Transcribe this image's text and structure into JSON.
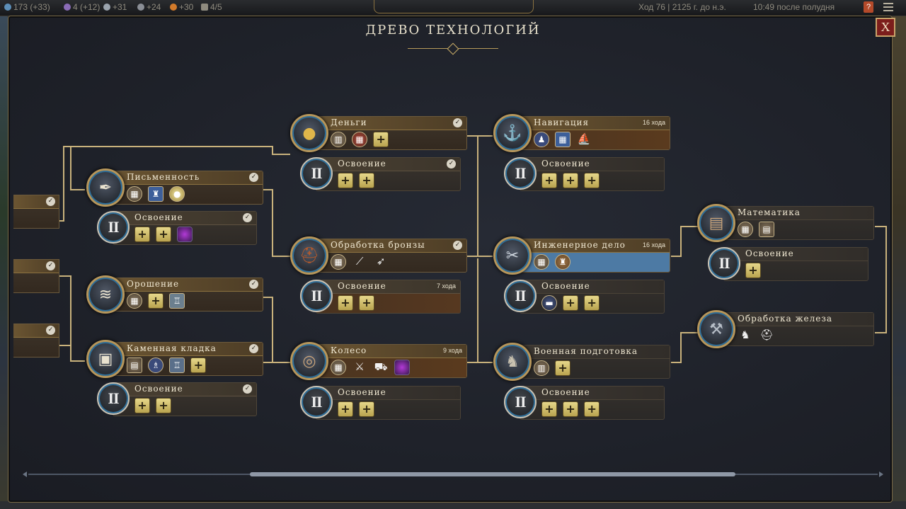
{
  "hud": {
    "science": "173 (+33)",
    "culture": "4 (+12)",
    "faith": "+31",
    "influence": "+24",
    "food": "+30",
    "settlements": "4/5",
    "turn": "Ход 76 | 2125 г. до н.э.",
    "clock": "10:49 после полудня",
    "help_label": "?"
  },
  "screen": {
    "title": "ДРЕВО ТЕХНОЛОГИЙ",
    "close_label": "X"
  },
  "nodes": {
    "pismennost": {
      "name": "Письменность",
      "check": "✓"
    },
    "pismennost_m": {
      "name": "Освоение",
      "check": "✓",
      "numeral": "II"
    },
    "oroshenie": {
      "name": "Орошение",
      "check": "✓"
    },
    "kamennaya": {
      "name": "Каменная кладка",
      "check": "✓"
    },
    "kamennaya_m": {
      "name": "Освоение",
      "check": "✓",
      "numeral": "II"
    },
    "dengi": {
      "name": "Деньги",
      "check": "✓"
    },
    "dengi_m": {
      "name": "Освоение",
      "check": "✓",
      "numeral": "II"
    },
    "bronza": {
      "name": "Обработка бронзы",
      "check": "✓"
    },
    "bronza_m": {
      "name": "Освоение",
      "turns": "7 хода",
      "numeral": "II"
    },
    "koleso": {
      "name": "Колесо",
      "turns": "9 хода"
    },
    "koleso_m": {
      "name": "Освоение",
      "numeral": "II"
    },
    "navigaciya": {
      "name": "Навигация",
      "turns": "16 хода"
    },
    "navigaciya_m": {
      "name": "Освоение",
      "numeral": "II"
    },
    "inzhener": {
      "name": "Инженерное дело",
      "turns": "16 хода"
    },
    "inzhener_m": {
      "name": "Освоение",
      "numeral": "II"
    },
    "voennaya": {
      "name": "Военная подготовка"
    },
    "voennaya_m": {
      "name": "Освоение",
      "numeral": "II"
    },
    "matematika": {
      "name": "Математика"
    },
    "matematika_m": {
      "name": "Освоение",
      "numeral": "II"
    },
    "zhelezo": {
      "name": "Обработка железа"
    }
  },
  "left_cut_checks": [
    "✓",
    "✓",
    "✓"
  ],
  "icons": {
    "plus": "+",
    "colors": {
      "accent_gold": "#b6965b",
      "active_blue": "#4d7aa4",
      "close_red": "#7c1e1c"
    }
  }
}
